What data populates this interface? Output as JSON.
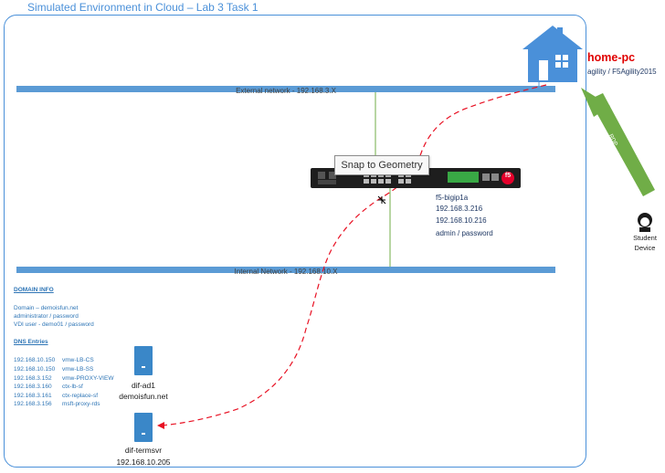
{
  "diagram": {
    "title": "Simulated Environment in Cloud – Lab 3 Task 1",
    "networks": {
      "external": "External network - 192.168.3.X",
      "internal": "Internal Network - 192.168.10.X"
    },
    "tooltip": "Snap to Geometry",
    "home_pc": {
      "name": "home-pc",
      "credentials": "agility / F5Agility2015"
    },
    "rdp_label": "RDP",
    "student": {
      "line1": "Student",
      "line2": "Device"
    },
    "bigip": {
      "name": "f5-bigip1a",
      "ip_external": "192.168.3.216",
      "ip_internal": "192.168.10.216",
      "credentials": "admin / password",
      "logo_text": "f5"
    },
    "domain_info": {
      "header": "DOMAIN INFO",
      "lines": [
        "Domain – demoisfun.net",
        "administrator / password",
        "VDI user - demo01 / password"
      ]
    },
    "dns": {
      "header": "DNS Entries",
      "entries": [
        {
          "ip": "192.168.10.150",
          "name": "vmw-LB-CS"
        },
        {
          "ip": "192.168.10.150",
          "name": "vmw-LB-SS"
        },
        {
          "ip": "192.168.3.152",
          "name": "vmw-PROXY-VIEW"
        },
        {
          "ip": "192.168.3.160",
          "name": "ctx-lb-sf"
        },
        {
          "ip": "192.168.3.161",
          "name": "ctx-replace-sf"
        },
        {
          "ip": "192.168.3.156",
          "name": "msft-proxy-rds"
        }
      ]
    },
    "ad_server": {
      "name": "dif-ad1",
      "domain": "demoisfun.net"
    },
    "term_server": {
      "name": "dif-termsvr",
      "ip": "192.168.10.205"
    },
    "colors": {
      "frame": "#4a90d9",
      "network_bar": "#5b9bd5",
      "house": "#4a90d9",
      "rdp_arrow": "#70ad47",
      "dashed_path": "#e81123",
      "home_pc_name": "#e00000",
      "server": "#3a87c8"
    }
  }
}
